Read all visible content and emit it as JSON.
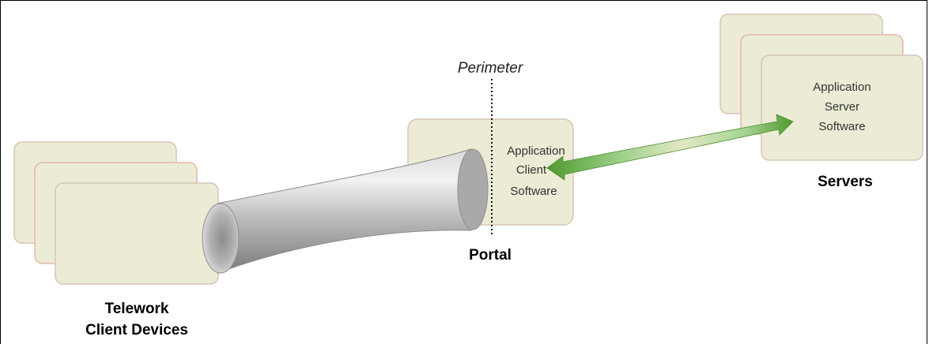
{
  "client_devices": {
    "label_line1": "Telework",
    "label_line2": "Client Devices"
  },
  "perimeter": {
    "label": "Perimeter"
  },
  "portal": {
    "label": "Portal",
    "software_line1": "Application",
    "software_line2": "Client",
    "software_line3": "Software"
  },
  "servers": {
    "label": "Servers",
    "software_line1": "Application",
    "software_line2": "Server",
    "software_line3": "Software"
  },
  "colors": {
    "card_fill": "#ecebd5",
    "card_stroke": "#d9c9ba",
    "card_pink": "#f2c7c2",
    "tunnel": "#b8b8b8",
    "arrow_green": "#6bb24a"
  }
}
